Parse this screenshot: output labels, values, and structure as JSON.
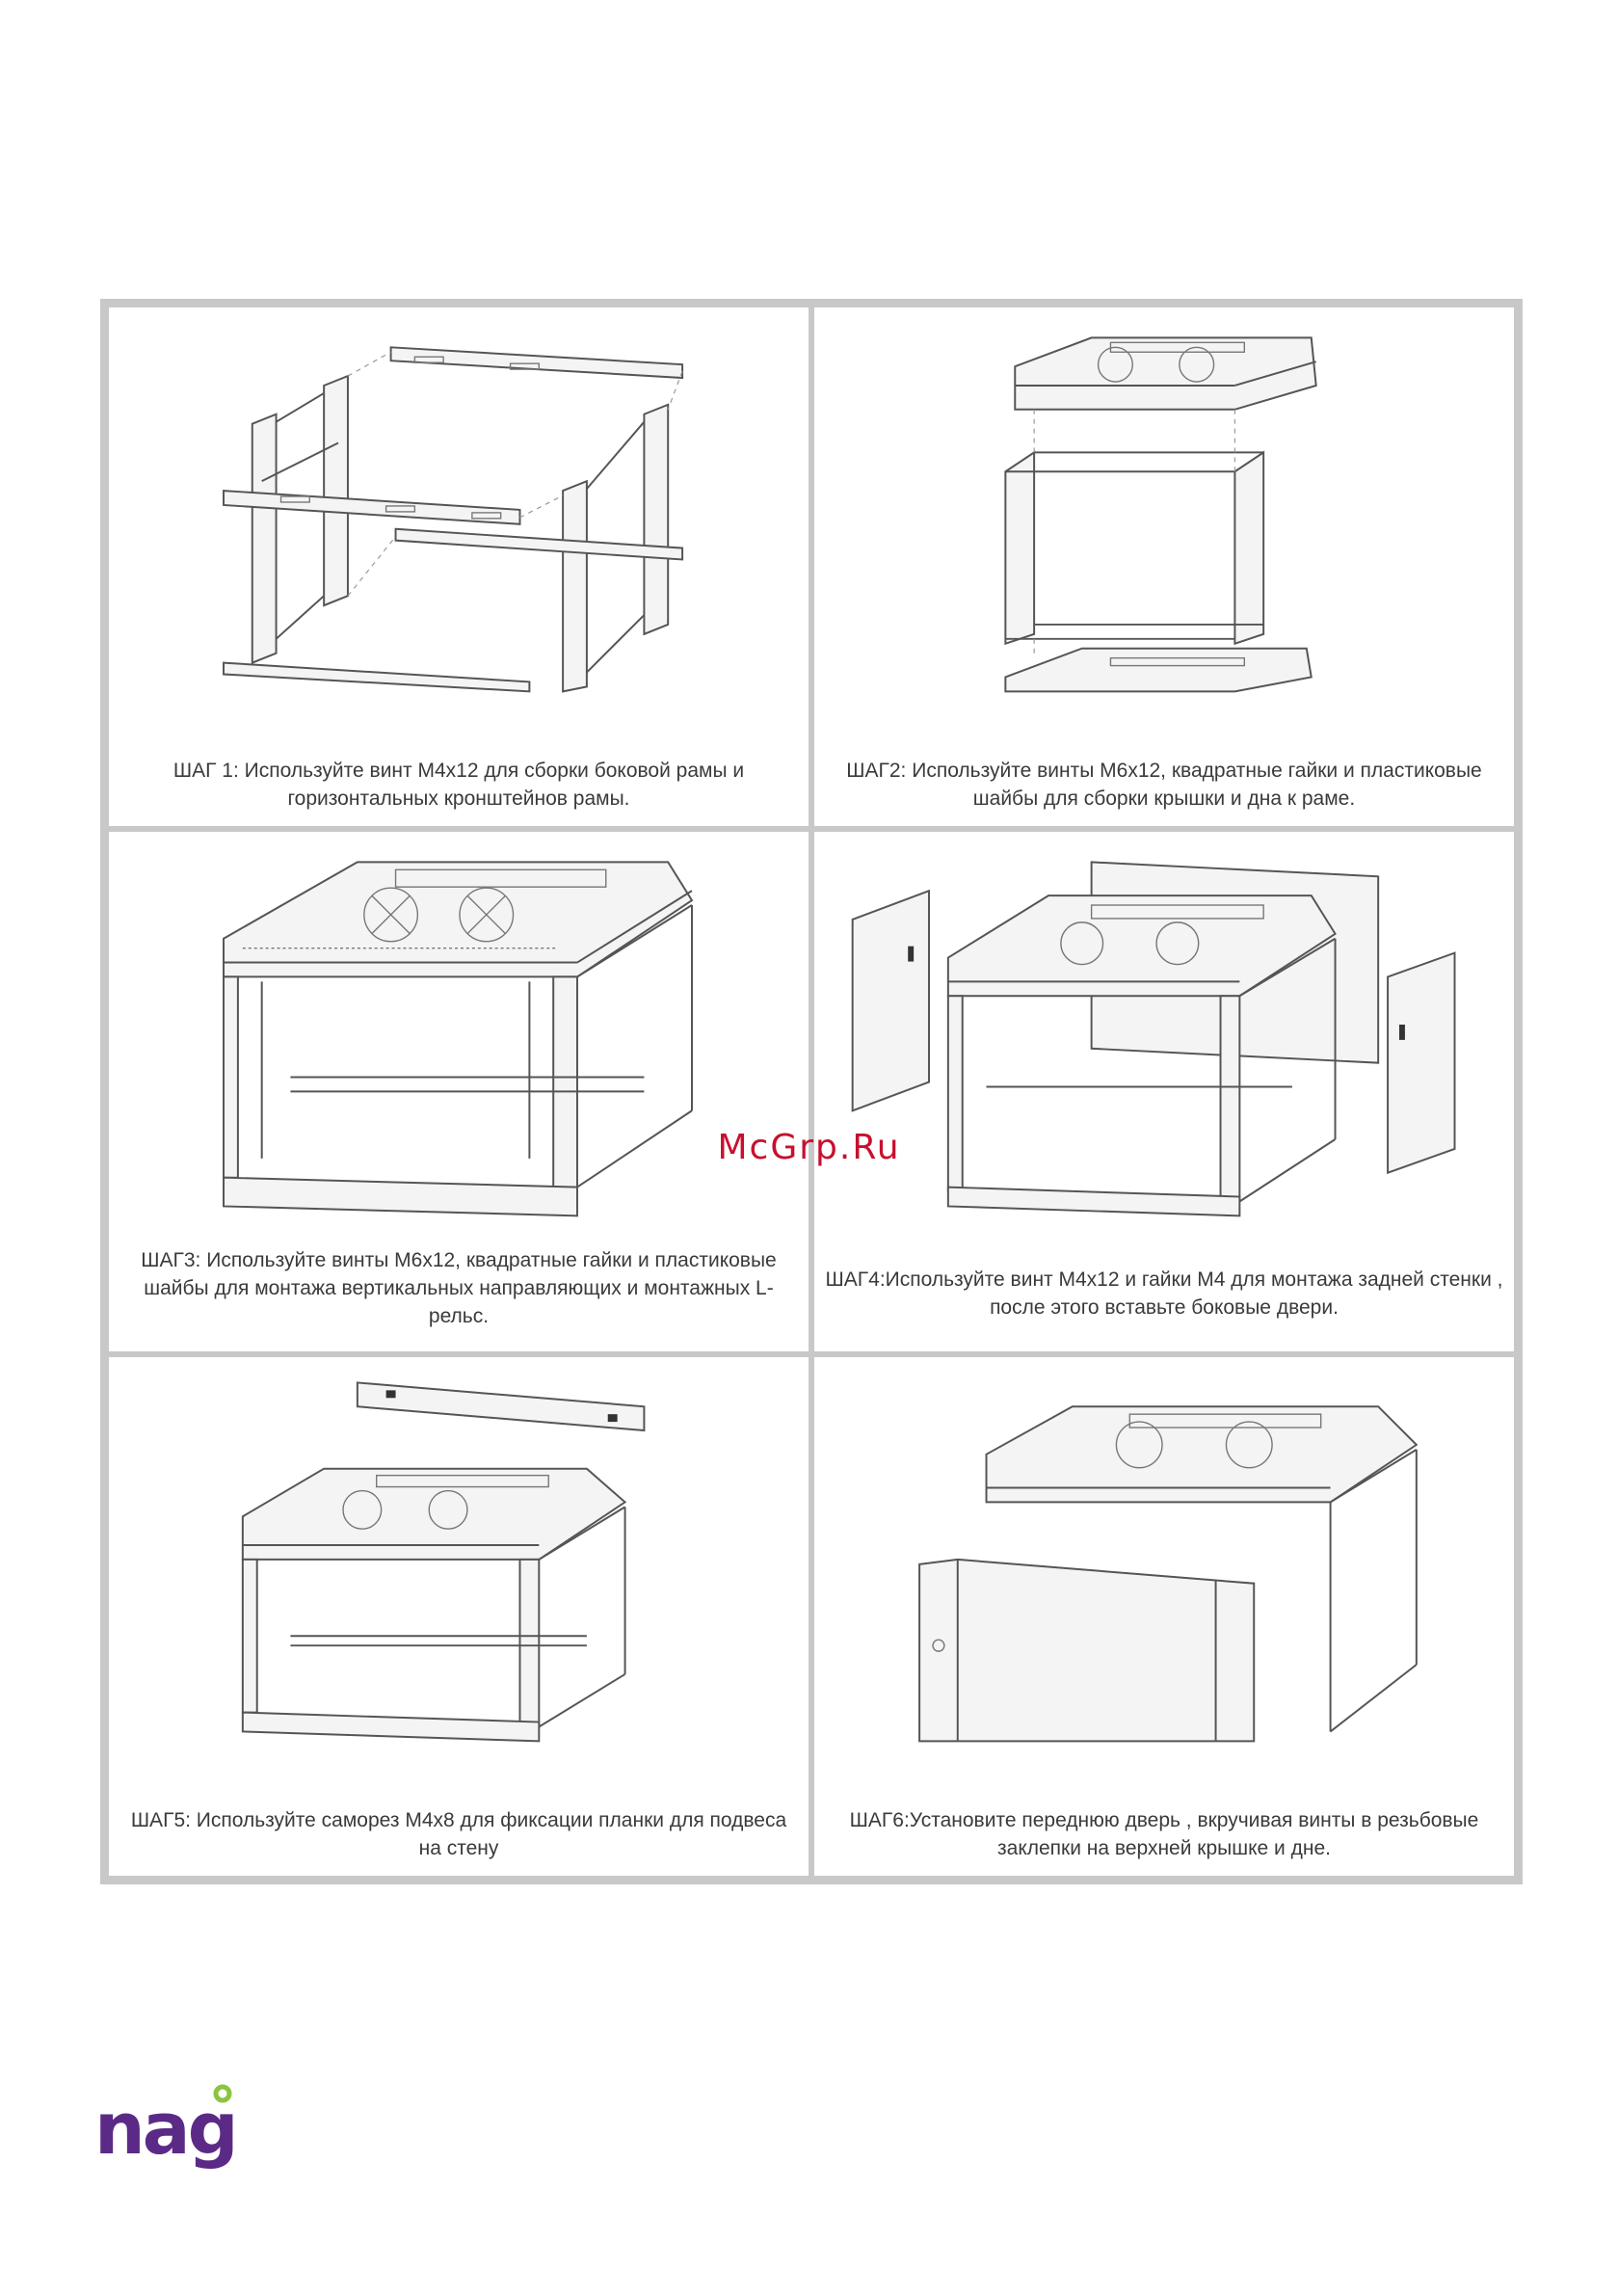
{
  "steps": [
    {
      "caption": "ШАГ 1: Используйте винт M4x12 для сборки боковой рамы и горизонтальных кронштейнов рамы."
    },
    {
      "caption": "ШАГ2: Используйте винты M6x12, квадратные гайки и пластиковые шайбы для сборки крышки и дна к раме."
    },
    {
      "caption": "ШАГ3: Используйте винты M6x12, квадратные гайки и пластиковые шайбы для монтажа вертикальных направляющих и монтажных L-рельс."
    },
    {
      "caption": "ШАГ4:Используйте винт M4x12 и гайки M4 для монтажа задней стенки , после этого вставьте боковые двери."
    },
    {
      "caption": "ШАГ5: Используйте саморез M4x8 для фиксации планки для подвеса на стену"
    },
    {
      "caption": "ШАГ6:Установите переднюю дверь , вкручивая винты в резьбовые заклепки на верхней крышке и дне."
    }
  ],
  "watermark": "McGrp.Ru",
  "logo": {
    "text": "nag",
    "color": "#5b2a86",
    "accent": "#8bc53f"
  }
}
